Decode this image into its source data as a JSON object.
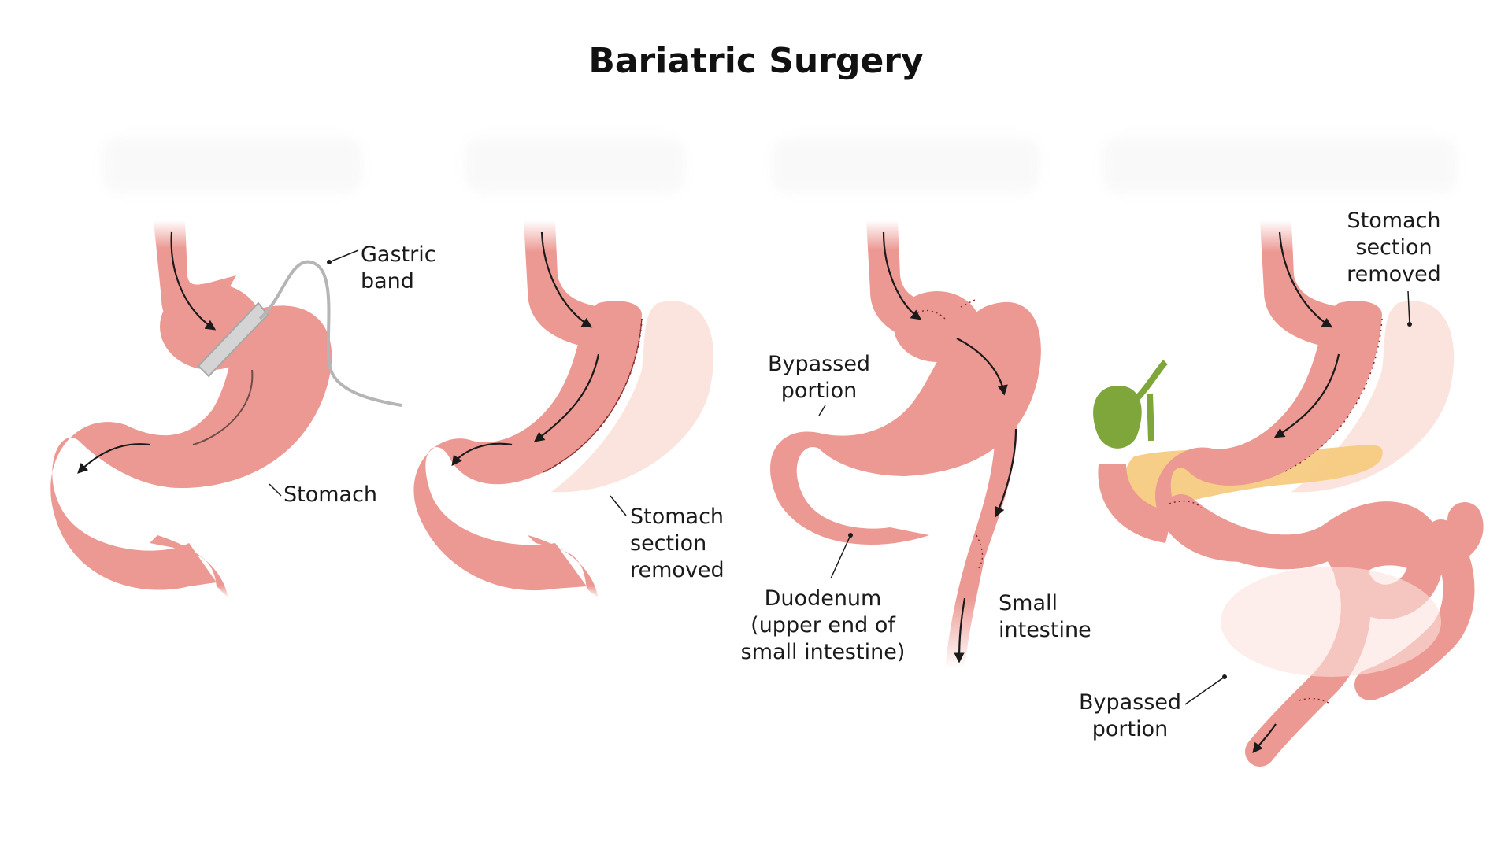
{
  "title": "Bariatric Surgery",
  "colors": {
    "tissue": "#ec9993",
    "tissue_light": "#f5b8b2",
    "tissue_shadow": "#d97c76",
    "removed": "#fbe3de",
    "band": "#cfcfcf",
    "suture": "#8a2a2a",
    "arrow": "#1a1a1a",
    "gallbladder": "#7fa63a",
    "pancreas": "#f6c97a"
  },
  "panels": [
    {
      "labels": {
        "band_line1": "Gastric",
        "band_line2": "band",
        "stomach": "Stomach"
      }
    },
    {
      "labels": {
        "removed_line1": "Stomach",
        "removed_line2": "section",
        "removed_line3": "removed"
      }
    },
    {
      "labels": {
        "bypassed_line1": "Bypassed",
        "bypassed_line2": "portion",
        "duodenum_line1": "Duodenum",
        "duodenum_line2": "(upper end of",
        "duodenum_line3": "small intestine)",
        "small_line1": "Small",
        "small_line2": "intestine"
      }
    },
    {
      "labels": {
        "removed_line1": "Stomach",
        "removed_line2": "section",
        "removed_line3": "removed",
        "bypassed_line1": "Bypassed",
        "bypassed_line2": "portion"
      }
    }
  ]
}
